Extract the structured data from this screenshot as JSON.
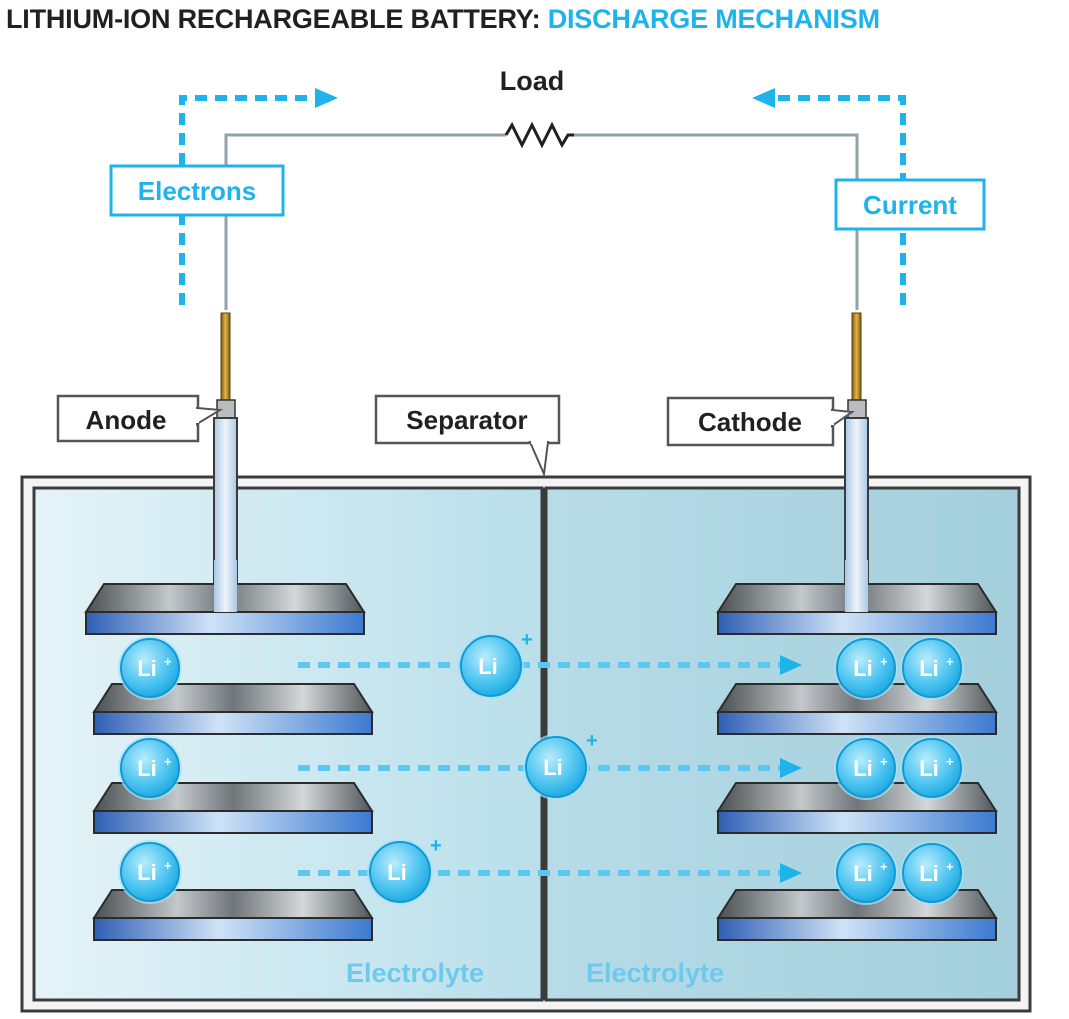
{
  "title": {
    "main": "LITHIUM-ION RECHARGEABLE BATTERY:",
    "highlight": "DISCHARGE MECHANISM"
  },
  "labels": {
    "load": "Load",
    "electrons": "Electrons",
    "current": "Current",
    "anode": "Anode",
    "separator": "Separator",
    "cathode": "Cathode",
    "electrolyte_left": "Electrolyte",
    "electrolyte_right": "Electrolyte"
  },
  "ion": {
    "symbol": "Li",
    "charge": "+"
  },
  "colors": {
    "accent": "#1fb3ec",
    "ion_fill": "#5ccaf2",
    "text_dark": "#231f20",
    "electrolyte_text": "#6ec9ef",
    "wire": "#8fa3a8",
    "plate_blue": "#3e7fd3",
    "container_left": "#d9eef4",
    "container_right": "#aad4e0"
  },
  "icons": [
    "resistor-icon",
    "arrow-right-icon",
    "arrow-left-icon"
  ]
}
